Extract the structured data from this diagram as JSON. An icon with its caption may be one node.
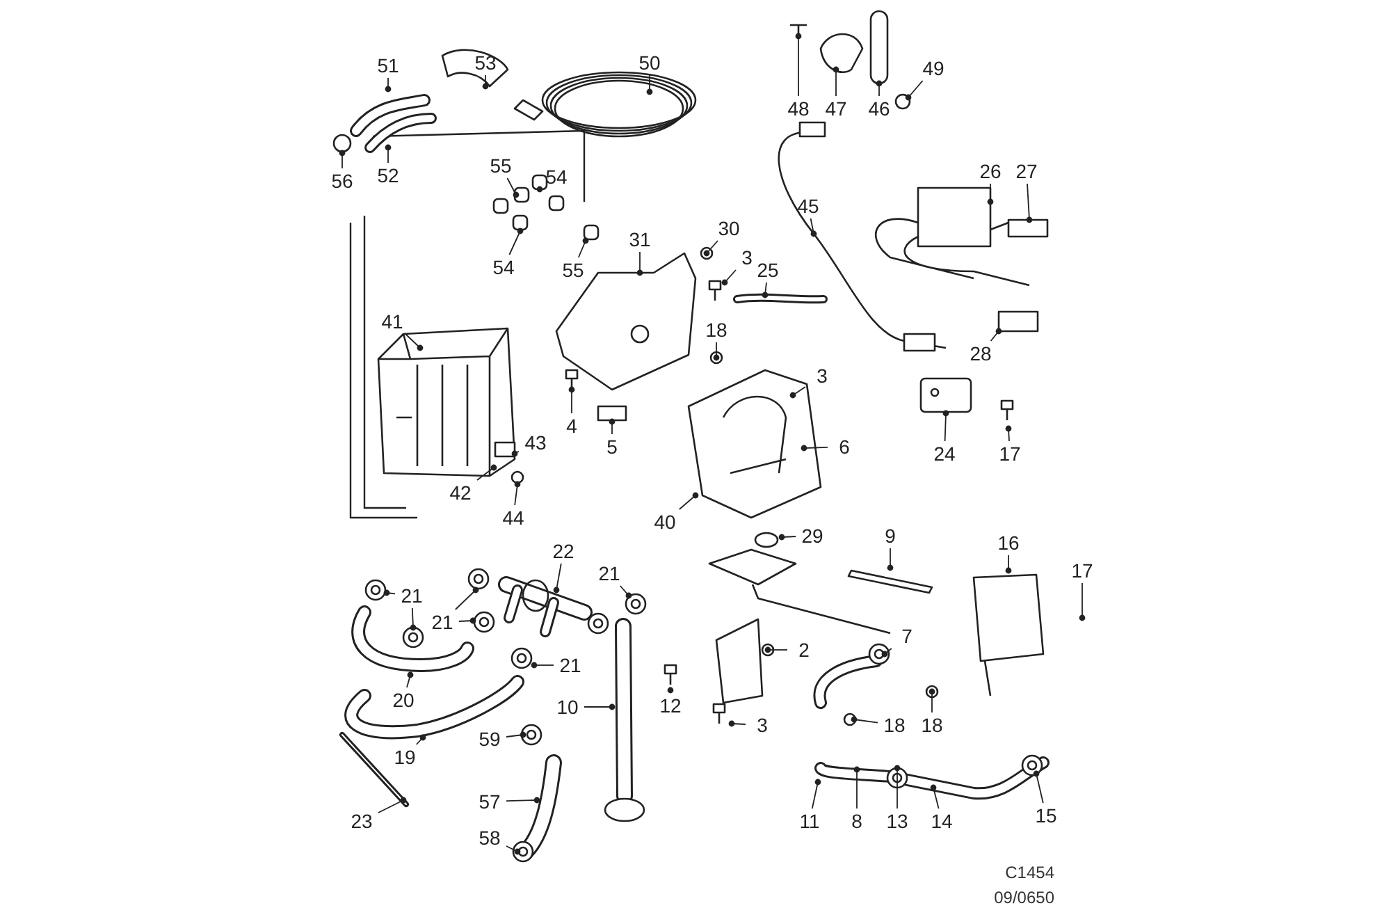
{
  "diagram": {
    "nodes": [
      {
        "text": [
          "53"
        ]
      },
      {
        "text": [
          "50"
        ]
      },
      {
        "text": [
          "51"
        ]
      },
      {
        "text": [
          "49"
        ]
      },
      {
        "text": [
          "48"
        ]
      },
      {
        "text": [
          "47"
        ]
      },
      {
        "text": [
          "46"
        ]
      },
      {
        "text": [
          "55"
        ]
      },
      {
        "text": [
          "54"
        ]
      },
      {
        "text": [
          "56"
        ]
      },
      {
        "text": [
          "52"
        ]
      },
      {
        "text": [
          "26"
        ]
      },
      {
        "text": [
          "27"
        ]
      },
      {
        "text": [
          "45"
        ]
      },
      {
        "text": [
          "30"
        ]
      },
      {
        "text": [
          "31"
        ]
      },
      {
        "text": [
          "3"
        ]
      },
      {
        "text": [
          "54"
        ]
      },
      {
        "text": [
          "55"
        ]
      },
      {
        "text": [
          "25"
        ]
      },
      {
        "text": [
          "41"
        ]
      },
      {
        "text": [
          "18"
        ]
      },
      {
        "text": [
          "28"
        ]
      },
      {
        "text": [
          "3"
        ]
      },
      {
        "text": [
          "4"
        ]
      },
      {
        "text": [
          "43"
        ]
      },
      {
        "text": [
          "5"
        ]
      },
      {
        "text": [
          "6"
        ]
      },
      {
        "text": [
          "24"
        ]
      },
      {
        "text": [
          "17"
        ]
      },
      {
        "text": [
          "42"
        ]
      },
      {
        "text": [
          "44"
        ]
      },
      {
        "text": [
          "40"
        ]
      },
      {
        "text": [
          "29"
        ]
      },
      {
        "text": [
          "9"
        ]
      },
      {
        "text": [
          "16"
        ]
      },
      {
        "text": [
          "22"
        ]
      },
      {
        "text": [
          "21"
        ]
      },
      {
        "text": [
          "17"
        ]
      },
      {
        "text": [
          "21"
        ]
      },
      {
        "text": [
          "21"
        ]
      },
      {
        "text": [
          "7"
        ]
      },
      {
        "text": [
          "2"
        ]
      },
      {
        "text": [
          "21"
        ]
      },
      {
        "text": [
          "20"
        ]
      },
      {
        "text": [
          "12"
        ]
      },
      {
        "text": [
          "10"
        ]
      },
      {
        "text": [
          "18"
        ]
      },
      {
        "text": [
          "18"
        ]
      },
      {
        "text": [
          "3"
        ]
      },
      {
        "text": [
          "59"
        ]
      },
      {
        "text": [
          "19"
        ]
      },
      {
        "text": [
          "57"
        ]
      },
      {
        "text": [
          "11"
        ]
      },
      {
        "text": [
          "8"
        ]
      },
      {
        "text": [
          "13"
        ]
      },
      {
        "text": [
          "14"
        ]
      },
      {
        "text": [
          "15"
        ]
      },
      {
        "text": [
          "23"
        ]
      },
      {
        "text": [
          "58"
        ]
      }
    ],
    "edges": [
      {
        "from": 0,
        "to": null,
        "arrow": "other"
      },
      {
        "from": 1,
        "to": null,
        "arrow": "other"
      },
      {
        "from": 2,
        "to": null,
        "arrow": "other"
      },
      {
        "from": 3,
        "to": null,
        "arrow": "other"
      },
      {
        "from": 4,
        "to": null,
        "arrow": "other"
      },
      {
        "from": 5,
        "to": null,
        "arrow": "other"
      },
      {
        "from": 6,
        "to": null,
        "arrow": "other"
      },
      {
        "from": 7,
        "to": null,
        "arrow": "other"
      },
      {
        "from": 8,
        "to": null,
        "arrow": "other"
      },
      {
        "from": 9,
        "to": null,
        "arrow": "other"
      },
      {
        "from": 10,
        "to": null,
        "arrow": "other"
      },
      {
        "from": 11,
        "to": null,
        "arrow": "other"
      },
      {
        "from": 12,
        "to": null,
        "arrow": "other"
      },
      {
        "from": 13,
        "to": null,
        "arrow": "other"
      },
      {
        "from": 14,
        "to": null,
        "arrow": "other"
      },
      {
        "from": 15,
        "to": null,
        "arrow": "other"
      },
      {
        "from": 16,
        "to": null,
        "arrow": "other"
      },
      {
        "from": 17,
        "to": null,
        "arrow": "other"
      },
      {
        "from": 18,
        "to": null,
        "arrow": "other"
      },
      {
        "from": 19,
        "to": null,
        "arrow": "other"
      },
      {
        "from": 20,
        "to": null,
        "arrow": "other"
      },
      {
        "from": 21,
        "to": null,
        "arrow": "other"
      },
      {
        "from": 22,
        "to": null,
        "arrow": "other"
      },
      {
        "from": 23,
        "to": null,
        "arrow": "other"
      },
      {
        "from": 24,
        "to": null,
        "arrow": "other"
      },
      {
        "from": 25,
        "to": null,
        "arrow": "other"
      },
      {
        "from": 26,
        "to": null,
        "arrow": "other"
      },
      {
        "from": 27,
        "to": null,
        "arrow": "other"
      },
      {
        "from": 28,
        "to": null,
        "arrow": "other"
      },
      {
        "from": 29,
        "to": null,
        "arrow": "other"
      },
      {
        "from": 30,
        "to": null,
        "arrow": "other"
      },
      {
        "from": 31,
        "to": null,
        "arrow": "other"
      },
      {
        "from": 32,
        "to": null,
        "arrow": "other"
      },
      {
        "from": 33,
        "to": null,
        "arrow": "other"
      },
      {
        "from": 34,
        "to": null,
        "arrow": "other"
      },
      {
        "from": 35,
        "to": null,
        "arrow": "other"
      },
      {
        "from": 36,
        "to": null,
        "arrow": "other"
      },
      {
        "from": 37,
        "to": null,
        "arrow": "other"
      },
      {
        "from": 38,
        "to": null,
        "arrow": "other"
      },
      {
        "from": 39,
        "to": null,
        "arrow": "other"
      },
      {
        "from": 39,
        "to": null,
        "arrow": "other"
      },
      {
        "from": 40,
        "to": null,
        "arrow": "other"
      },
      {
        "from": 40,
        "to": null,
        "arrow": "other"
      },
      {
        "from": 41,
        "to": null,
        "arrow": "other"
      },
      {
        "from": 42,
        "to": null,
        "arrow": "other"
      },
      {
        "from": 43,
        "to": null,
        "arrow": "other"
      },
      {
        "from": 44,
        "to": null,
        "arrow": "other"
      },
      {
        "from": 45,
        "to": null,
        "arrow": "other"
      },
      {
        "from": 46,
        "to": null,
        "arrow": "other"
      },
      {
        "from": 47,
        "to": null,
        "arrow": "other"
      },
      {
        "from": 48,
        "to": null,
        "arrow": "other"
      },
      {
        "from": 49,
        "to": null,
        "arrow": "other"
      },
      {
        "from": 50,
        "to": null,
        "arrow": "other"
      },
      {
        "from": 51,
        "to": null,
        "arrow": "other"
      },
      {
        "from": 52,
        "to": null,
        "arrow": "other"
      },
      {
        "from": 53,
        "to": null,
        "arrow": "other"
      },
      {
        "from": 54,
        "to": null,
        "arrow": "other"
      },
      {
        "from": 55,
        "to": null,
        "arrow": "other"
      },
      {
        "from": 56,
        "to": null,
        "arrow": "other"
      },
      {
        "from": 57,
        "to": null,
        "arrow": "other"
      },
      {
        "from": 58,
        "to": null,
        "arrow": "other"
      },
      {
        "from": 59,
        "to": null,
        "arrow": "other"
      }
    ],
    "labels": [
      "C1454",
      "09/0650"
    ]
  }
}
